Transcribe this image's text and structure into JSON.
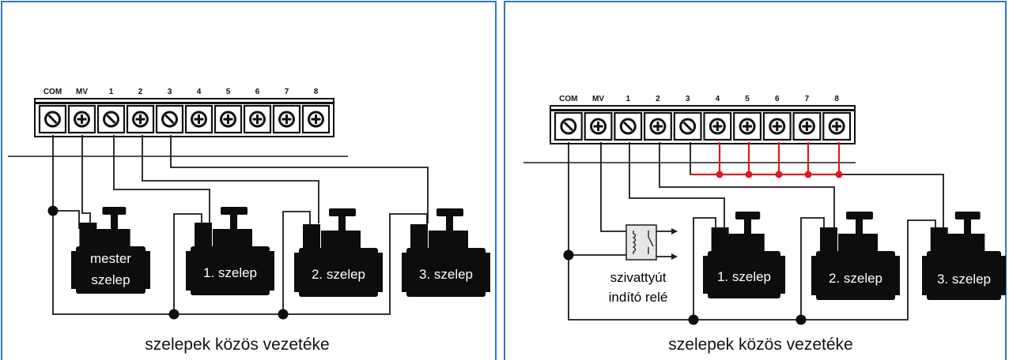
{
  "colors": {
    "panel_border": "#2f78c4",
    "wire": "#1a1a1a",
    "jumper": "#e0191e",
    "valve": "#0d0d0d"
  },
  "terminal_labels": [
    "COM",
    "MV",
    "1",
    "2",
    "3",
    "4",
    "5",
    "6",
    "7",
    "8"
  ],
  "left_panel": {
    "valves": [
      {
        "label_lines": [
          "mester",
          "szelep"
        ]
      },
      {
        "label_lines": [
          "1. szelep"
        ]
      },
      {
        "label_lines": [
          "2. szelep"
        ]
      },
      {
        "label_lines": [
          "3. szelep"
        ]
      }
    ],
    "caption": "szelepek közös vezetéke"
  },
  "right_panel": {
    "relay": {
      "label_lines": [
        "szivattyút",
        "indító relé"
      ]
    },
    "valves": [
      {
        "label_lines": [
          "1. szelep"
        ]
      },
      {
        "label_lines": [
          "2. szelep"
        ]
      },
      {
        "label_lines": [
          "3. szelep"
        ]
      }
    ],
    "jumpered_terminals": [
      "4",
      "5",
      "6",
      "7",
      "8"
    ],
    "caption": "szelepek közös vezetéke"
  }
}
